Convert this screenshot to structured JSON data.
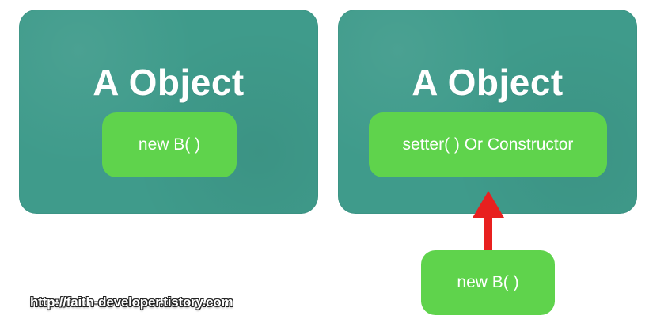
{
  "left_panel": {
    "title": "A Object",
    "inner_label": "new B( )"
  },
  "right_panel": {
    "title": "A Object",
    "inner_label": "setter( ) Or Constructor"
  },
  "external": {
    "label": "new B( )"
  },
  "watermark": "http://faith-developer.tistory.com",
  "colors": {
    "panel": "#3f9b8b",
    "pill": "#5fd34c",
    "arrow": "#e8201f",
    "text": "#ffffff"
  }
}
